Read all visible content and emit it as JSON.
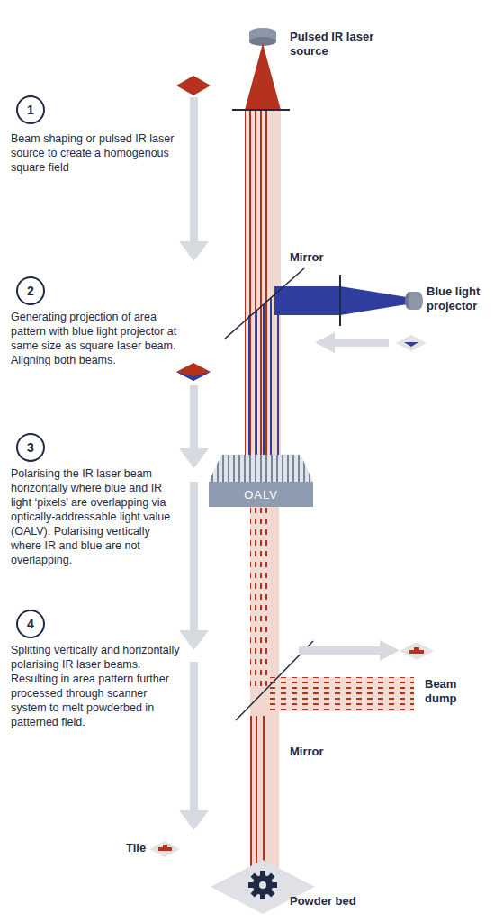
{
  "diagram": {
    "nodes": [
      {
        "text": [
          "1"
        ]
      },
      {
        "text": [
          "2"
        ]
      },
      {
        "text": [
          "3"
        ]
      },
      {
        "text": [
          "4"
        ]
      },
      {
        "text": [
          "OALV"
        ]
      }
    ],
    "labels": [
      "Pulsed IR laser source",
      "Beam shaping or pulsed IR laser source to create a homogenous square field",
      "Mirror",
      "Blue light projector",
      "Generating projection of area pattern with blue light projector at same size as square laser beam. Aligning both beams.",
      "Polarising the IR laser beam horizontally where blue and IR light ‘pixels’ are overlapping via optically-addressable light value (OALV). Polarising vertically where IR and blue are not overlapping.",
      "Splitting vertically and horizontally polarising IR laser beams. Resulting in area pattern further processed through scanner system to melt powderbed in patterned field.",
      "Beam dump",
      "Mirror",
      "Tile",
      "Powder bed"
    ]
  }
}
